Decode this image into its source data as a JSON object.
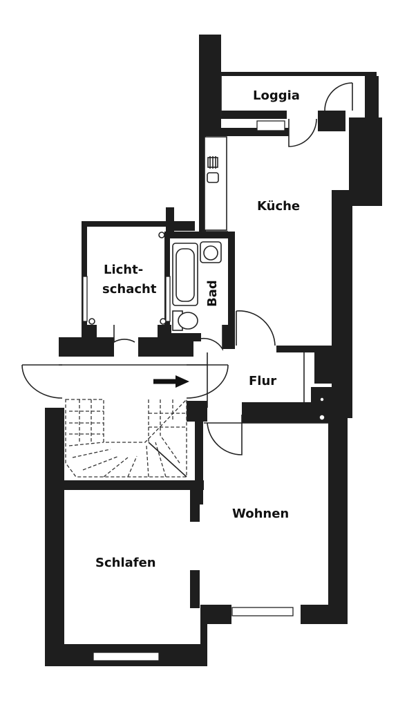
{
  "rooms": {
    "loggia": "Loggia",
    "kueche": "Küche",
    "lichtschacht_line1": "Licht-",
    "lichtschacht_line2": "schacht",
    "bad": "Bad",
    "flur": "Flur",
    "wohnen": "Wohnen",
    "schlafen": "Schlafen"
  },
  "icons": {
    "entry_arrow": "arrow-right-icon"
  }
}
